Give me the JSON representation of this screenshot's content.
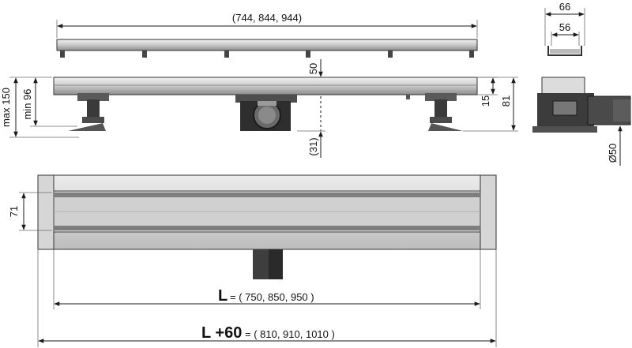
{
  "dimensions": {
    "top_length": "(744, 844, 944)",
    "top_height_50": "50",
    "max_150": "max 150",
    "min_96": "min 96",
    "dim_15": "15",
    "dim_81": "81",
    "dim_31": "(31)",
    "width_66": "66",
    "width_56": "56",
    "outlet_50": "Ø50",
    "dim_71": "71",
    "L_symbol": "L",
    "L_values": "= ( 750, 850, 950 )",
    "L60_symbol": "L +60",
    "L60_values": "= ( 810, 910, 1010 )"
  },
  "colors": {
    "metal_light": "#e2e2e2",
    "metal_mid": "#b8b8b8",
    "metal_dark": "#6e6e6e",
    "line": "#1a1a1a",
    "body_dark": "#3a3a3a"
  }
}
